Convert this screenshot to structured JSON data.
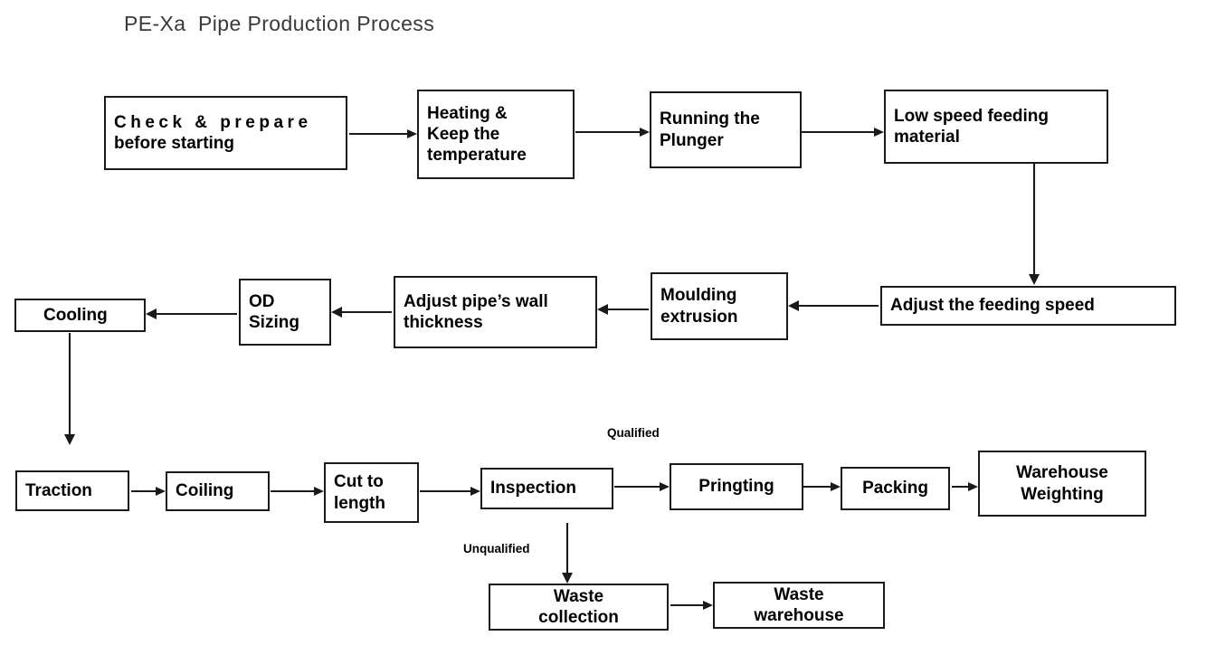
{
  "diagram": {
    "title": "PE-Xa  Pipe Production Process",
    "type": "flowchart",
    "background": "#ffffff",
    "line_color": "#1a1a1a",
    "text_color": "#000000"
  },
  "nodes": {
    "check_prepare": {
      "line1": "Check & prepare",
      "line2": "before starting"
    },
    "heating": {
      "line1": "Heating &",
      "line2": "Keep the",
      "line3": "temperature"
    },
    "running_plunger": {
      "line1": "Running the",
      "line2": "Plunger"
    },
    "low_speed_feeding": {
      "line1": "Low speed feeding",
      "line2": "material"
    },
    "adjust_feed_speed": {
      "line1": "Adjust the feeding speed"
    },
    "moulding_extrusion": {
      "line1": "Moulding",
      "line2": "extrusion"
    },
    "adjust_wall": {
      "line1": "Adjust pipe’s wall",
      "line2": "thickness"
    },
    "od_sizing": {
      "line1": "OD",
      "line2": "Sizing"
    },
    "cooling": {
      "line1": "Cooling"
    },
    "traction": {
      "line1": "Traction"
    },
    "coiling": {
      "line1": "Coiling"
    },
    "cut_to_length": {
      "line1": "Cut to",
      "line2": "length"
    },
    "inspection": {
      "line1": "Inspection"
    },
    "pringting": {
      "line1": "Pringting"
    },
    "packing": {
      "line1": "Packing"
    },
    "warehouse_weighting": {
      "line1": "Warehouse",
      "line2": "Weighting"
    },
    "waste_collection": {
      "line1": "Waste",
      "line2": "collection"
    },
    "waste_warehouse": {
      "line1": "Waste",
      "line2": "warehouse"
    }
  },
  "edge_labels": {
    "qualified": "Qualified",
    "unqualified": "Unqualified"
  }
}
